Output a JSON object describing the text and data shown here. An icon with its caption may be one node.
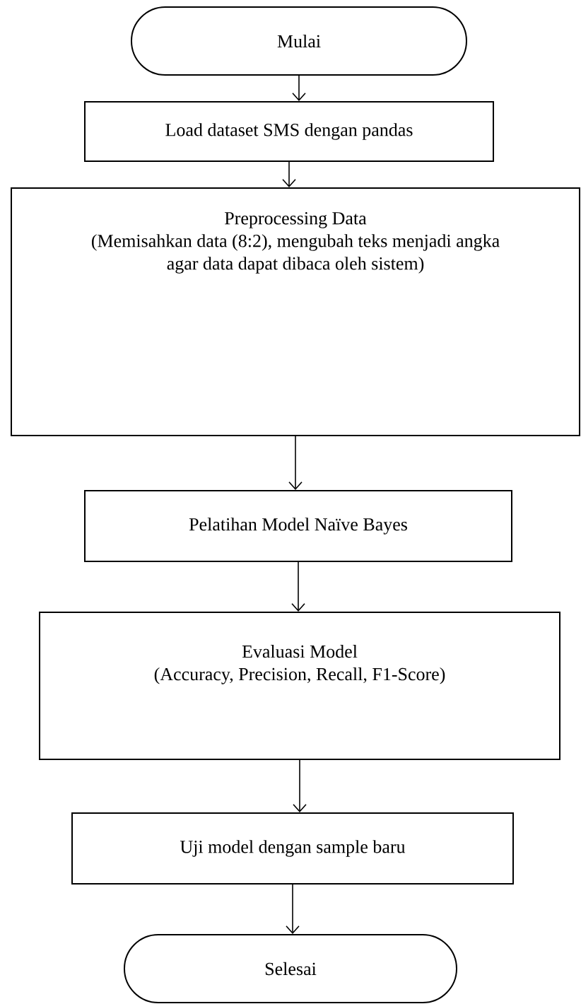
{
  "diagram": {
    "nodes": [
      {
        "text": [
          "Mulai"
        ]
      },
      {
        "text": [
          "Load dataset SMS dengan pandas"
        ]
      },
      {
        "text": [
          "Preprocessing Data",
          "(Memisahkan data (8:2), mengubah teks menjadi angka agar data dapat dibaca oleh sistem)"
        ]
      },
      {
        "text": [
          "Pelatihan Model Naïve Bayes"
        ]
      },
      {
        "text": [
          "Evaluasi Model",
          "(Accuracy, Precision, Recall, F1-Score)"
        ]
      },
      {
        "text": [
          "Uji model dengan sample baru"
        ]
      },
      {
        "text": [
          "Selesai"
        ]
      }
    ],
    "edges": [
      {
        "from": 0,
        "to": 1,
        "arrow": "to"
      },
      {
        "from": 1,
        "to": 2,
        "arrow": "to"
      },
      {
        "from": 2,
        "to": 3,
        "arrow": "to"
      },
      {
        "from": 3,
        "to": 4,
        "arrow": "to"
      },
      {
        "from": 4,
        "to": 5,
        "arrow": "to"
      },
      {
        "from": 5,
        "to": 6,
        "arrow": "to"
      }
    ]
  }
}
